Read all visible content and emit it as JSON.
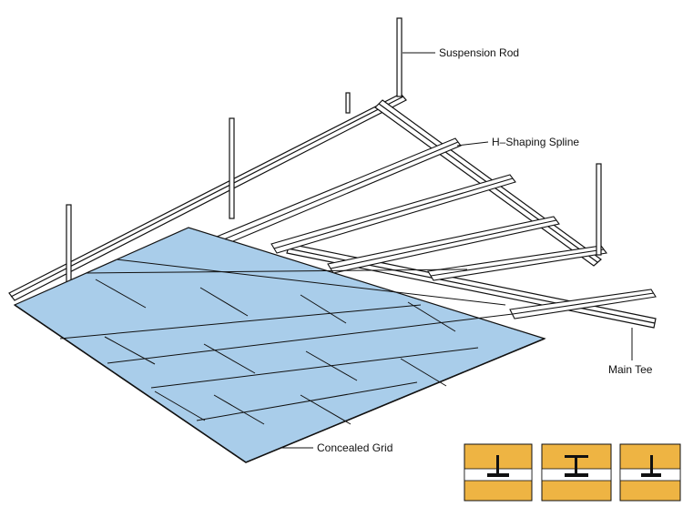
{
  "labels": {
    "suspension_rod": "Suspension Rod",
    "h_shaping_spline": "H–Shaping Spline",
    "main_tee": "Main Tee",
    "concealed_grid": "Concealed Grid"
  },
  "colors": {
    "panel_fill": "#a9cdea",
    "detail_fill": "#eeb443",
    "line": "#111111",
    "background": "#ffffff"
  },
  "panel_rows": 5,
  "panel_cols": 4,
  "detail_profiles": [
    "t-profile",
    "h-profile",
    "t-profile"
  ]
}
